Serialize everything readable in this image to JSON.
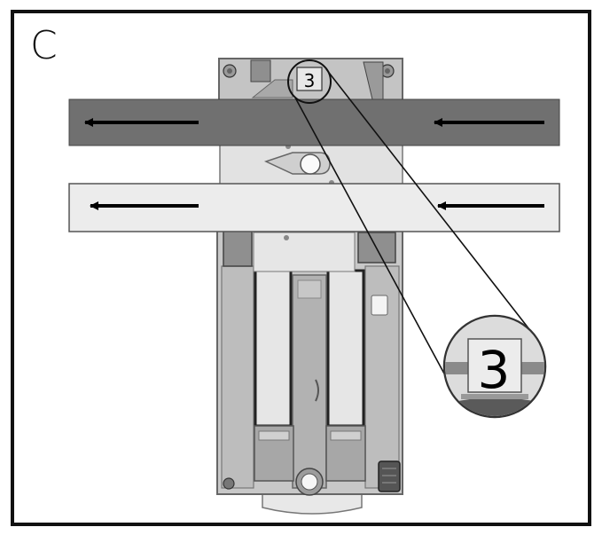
{
  "figure": {
    "panel_label": "C",
    "position_number": "3",
    "feed_direction": "left",
    "colors": {
      "border": "#111111",
      "frame_body": "#c4c4c4",
      "frame_dark": "#8e8e8e",
      "inner_light": "#e4e4e4",
      "dark_strip": "#6e6e6e",
      "light_strip": "#ececec",
      "arrow": "#000000",
      "magnifier": "#d8d8d8"
    },
    "icons": [
      "left-arrow-icon",
      "magnifier-icon"
    ]
  }
}
